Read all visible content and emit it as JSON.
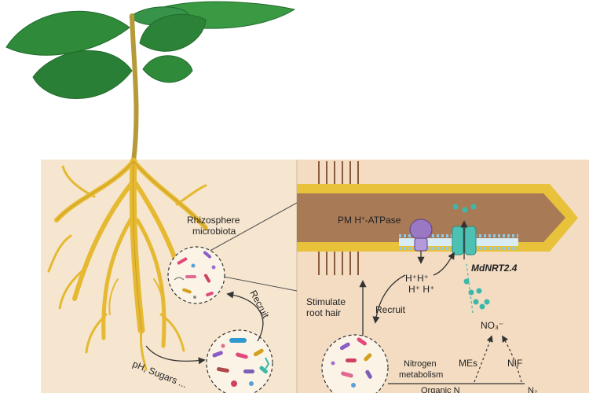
{
  "labels": {
    "rhizosphere_line1": "Rhizosphere",
    "rhizosphere_line2": "microbiota",
    "recruit_left": "Recruit",
    "ph_sugars": "pH, Sugars ...",
    "pm_atpase_prefix": "PM H",
    "pm_atpase_sup": "+",
    "pm_atpase_suffix": "-ATPase",
    "protons_line1": "H⁺H⁺",
    "protons_line2": "H⁺ H⁺",
    "transporter": "MdNRT2.4",
    "stimulate_line1": "Stimulate",
    "stimulate_line2": "root hair",
    "recruit_right": "Recruit",
    "nitrate": "NO₃⁻",
    "mes": "MEs",
    "nif": "NIF",
    "nitrogen_line1": "Nitrogen",
    "nitrogen_line2": "metabolism",
    "organic_n": "Organic N",
    "n2": "N₂"
  },
  "colors": {
    "leaf": "#2f8a3a",
    "stem": "#b59a3a",
    "root": "#e6b932",
    "soil_left": "#f6e6cf",
    "soil_right": "#f3dcc2",
    "root_tip_outer": "#e7c23a",
    "root_tip_inner": "#a97a56",
    "atpase": "#9a78c4",
    "transporter": "#4dc2b4",
    "nitrate_dots": "#3bb8aa",
    "root_hair": "#8a5a3c"
  }
}
